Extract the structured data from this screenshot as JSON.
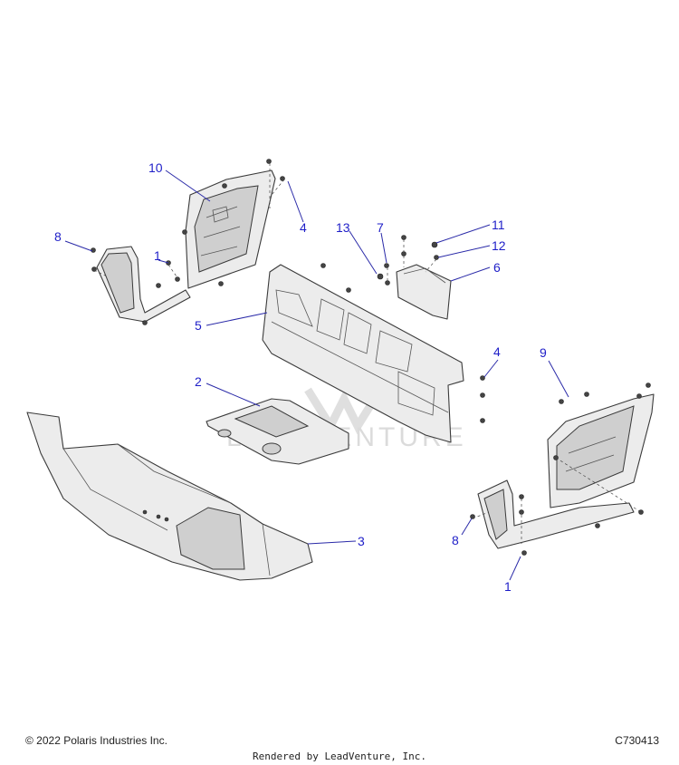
{
  "callouts": [
    {
      "id": "c10",
      "label": "10"
    },
    {
      "id": "c4a",
      "label": "4"
    },
    {
      "id": "c8a",
      "label": "8"
    },
    {
      "id": "c1a",
      "label": "1"
    },
    {
      "id": "c13",
      "label": "13"
    },
    {
      "id": "c7",
      "label": "7"
    },
    {
      "id": "c11",
      "label": "11"
    },
    {
      "id": "c12",
      "label": "12"
    },
    {
      "id": "c6",
      "label": "6"
    },
    {
      "id": "c5",
      "label": "5"
    },
    {
      "id": "c4b",
      "label": "4"
    },
    {
      "id": "c9",
      "label": "9"
    },
    {
      "id": "c2",
      "label": "2"
    },
    {
      "id": "c3",
      "label": "3"
    },
    {
      "id": "c8b",
      "label": "8"
    },
    {
      "id": "c1b",
      "label": "1"
    }
  ],
  "footer": {
    "copyright": "© 2022 Polaris Industries Inc.",
    "diagram_id": "C730413",
    "rendered_by": "Rendered by LeadVenture, Inc."
  },
  "colors": {
    "callout": "#1e1ec8",
    "part_fill": "#ececec",
    "outline": "#3a3a3a"
  }
}
